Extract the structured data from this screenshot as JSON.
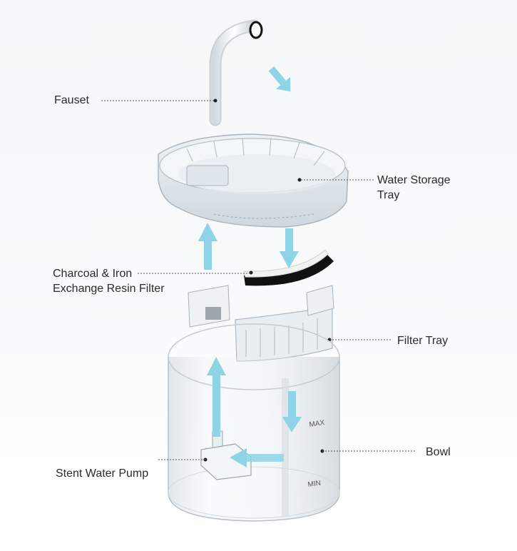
{
  "diagram": {
    "labels": {
      "fauset": "Fauset",
      "water_storage_tray": [
        "Water Storage",
        "Tray"
      ],
      "filter": [
        "Charcoal & Iron",
        "Exchange Resin Filter"
      ],
      "filter_tray": "Filter Tray",
      "bowl": "Bowl",
      "pump": "Stent Water Pump"
    },
    "bowl_markings": {
      "max": "MAX",
      "min": "MIN"
    },
    "colors": {
      "arrow": "#8fd3e6",
      "leader": "#555555",
      "plastic": "#dfe7ee"
    }
  }
}
